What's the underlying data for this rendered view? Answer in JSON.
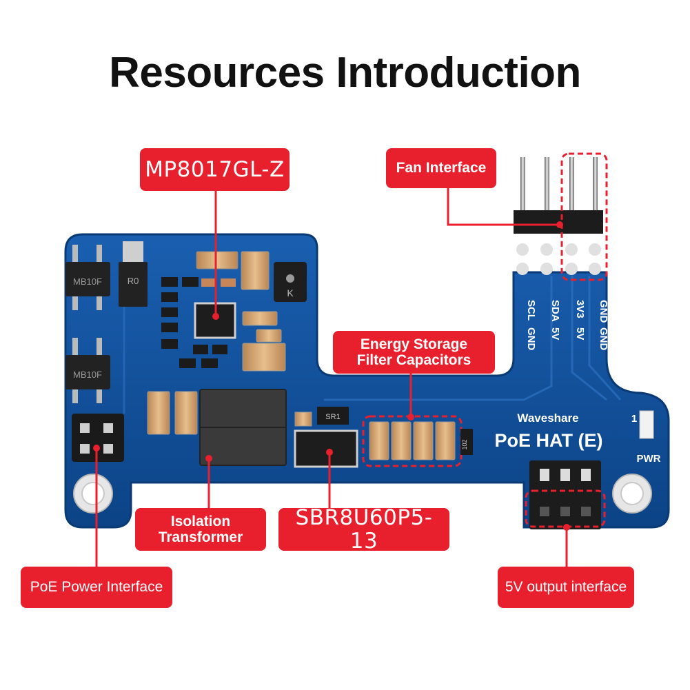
{
  "page": {
    "title": "Resources Introduction",
    "accent_color": "#e8202e",
    "board_color": "#0f4f9b"
  },
  "callouts": {
    "mp8017": "MP8017GL-Z",
    "fan_interface": "Fan Interface",
    "capacitors_line1": "Energy Storage",
    "capacitors_line2": "Filter Capacitors",
    "isolation_line1": "Isolation",
    "isolation_line2": "Transformer",
    "sbr": "SBR8U60P5-13",
    "poe_power": "PoE Power Interface",
    "output_5v": "5V output interface"
  },
  "board": {
    "brand": "Waveshare",
    "name": "PoE HAT (E)",
    "pwr_label": "PWR",
    "led_number": "1",
    "fan_labels": [
      "SCL",
      "SDA",
      "3V3",
      "GND"
    ],
    "fan_labels_row2": [
      "GND",
      "5V",
      "5V",
      "GND"
    ],
    "bridge_label": "MB10F",
    "diode_label": "R0",
    "inductor_label": "K",
    "smd_label": "SR1",
    "resistor_label": "102"
  }
}
